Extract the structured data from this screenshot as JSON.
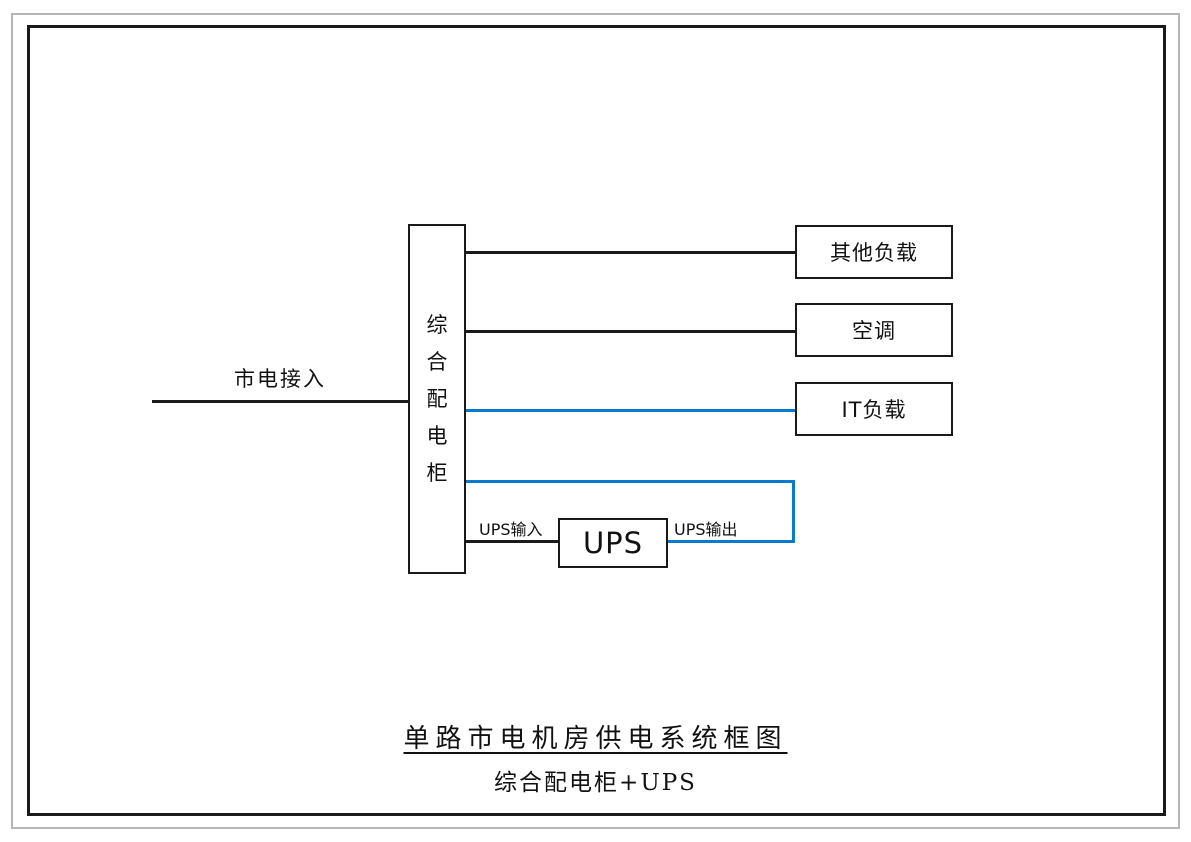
{
  "diagram": {
    "mains_label": "市电接入",
    "cabinet_label": "综合配电柜",
    "ups_label": "UPS",
    "ups_input_label": "UPS输入",
    "ups_output_label": "UPS输出",
    "loads": [
      {
        "label": "其他负载"
      },
      {
        "label": "空调"
      },
      {
        "label": "IT负载"
      }
    ],
    "title_line1": "单路市电机房供电系统框图",
    "title_line2": "综合配电柜+UPS",
    "colors": {
      "line_black": "#1a1a1a",
      "line_blue": "#0a7ad1",
      "frame_gray": "#b5b5b5"
    }
  }
}
